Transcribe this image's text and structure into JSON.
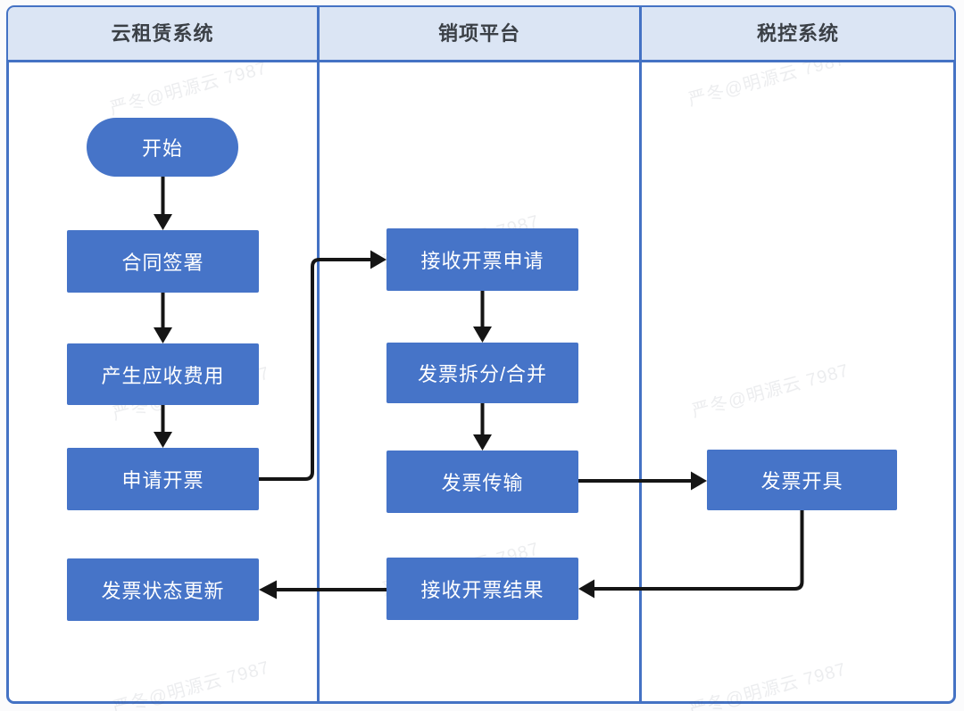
{
  "diagram": {
    "type": "swimlane-flowchart",
    "watermark": {
      "text": "严冬@明源云 7987"
    },
    "lanes": [
      {
        "id": "cloud-rental-system",
        "title": "云租赁系统"
      },
      {
        "id": "output-invoice-platform",
        "title": "销项平台"
      },
      {
        "id": "tax-control-system",
        "title": "税控系统"
      }
    ],
    "nodes": {
      "start": {
        "label": "开始",
        "shape": "terminator",
        "lane": "云租赁系统"
      },
      "contract_sign": {
        "label": "合同签署",
        "shape": "process",
        "lane": "云租赁系统"
      },
      "generate_receivable": {
        "label": "产生应收费用",
        "shape": "process",
        "lane": "云租赁系统"
      },
      "apply_invoice": {
        "label": "申请开票",
        "shape": "process",
        "lane": "云租赁系统"
      },
      "invoice_status_update": {
        "label": "发票状态更新",
        "shape": "process",
        "lane": "云租赁系统"
      },
      "receive_invoice_request": {
        "label": "接收开票申请",
        "shape": "process",
        "lane": "销项平台"
      },
      "invoice_split_merge": {
        "label": "发票拆分/合并",
        "shape": "process",
        "lane": "销项平台"
      },
      "invoice_transfer": {
        "label": "发票传输",
        "shape": "process",
        "lane": "销项平台"
      },
      "receive_invoice_result": {
        "label": "接收开票结果",
        "shape": "process",
        "lane": "销项平台"
      },
      "invoice_issue": {
        "label": "发票开具",
        "shape": "process",
        "lane": "税控系统"
      }
    },
    "edges": [
      {
        "from": "开始",
        "to": "合同签署"
      },
      {
        "from": "合同签署",
        "to": "产生应收费用"
      },
      {
        "from": "产生应收费用",
        "to": "申请开票"
      },
      {
        "from": "申请开票",
        "to": "接收开票申请"
      },
      {
        "from": "接收开票申请",
        "to": "发票拆分/合并"
      },
      {
        "from": "发票拆分/合并",
        "to": "发票传输"
      },
      {
        "from": "发票传输",
        "to": "发票开具"
      },
      {
        "from": "发票开具",
        "to": "接收开票结果"
      },
      {
        "from": "接收开票结果",
        "to": "发票状态更新"
      }
    ],
    "colors": {
      "node_fill": "#4674C8",
      "lane_header_fill": "#DBE5F4",
      "frame_border": "#4472C4",
      "arrow": "#151515",
      "node_text": "#FFFFFF",
      "lane_title_text": "#3B4046"
    }
  }
}
